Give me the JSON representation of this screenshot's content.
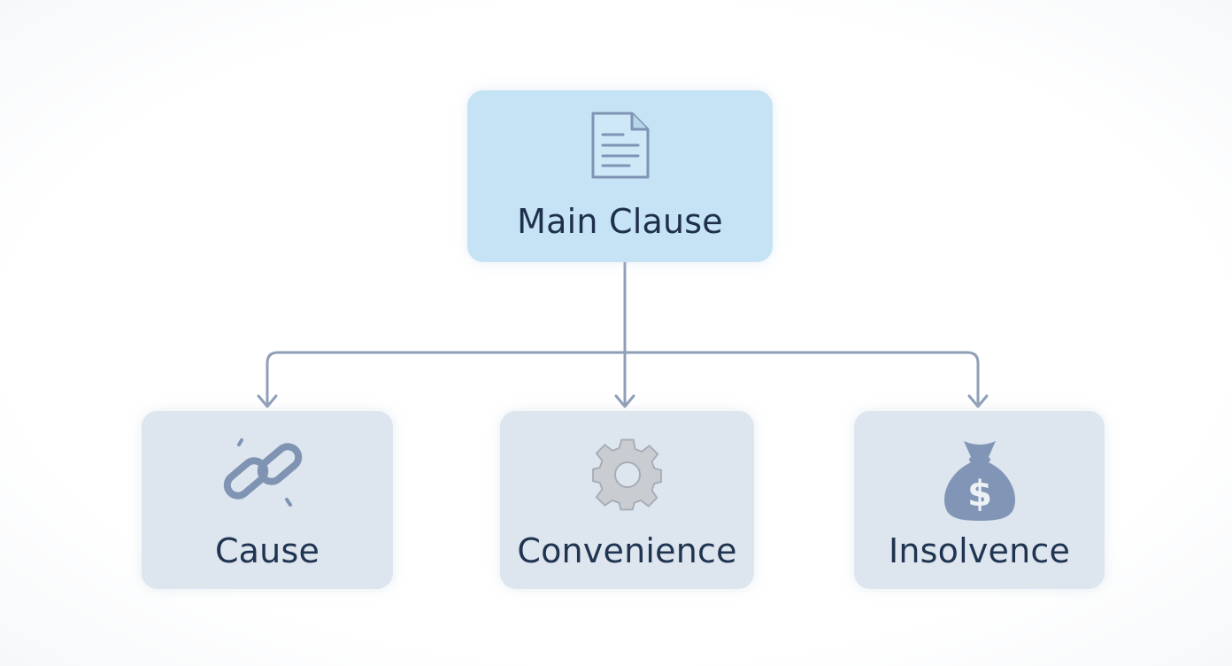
{
  "diagram": {
    "root": {
      "label": "Main Clause",
      "icon": "document-icon",
      "fill": "#c5e3f5"
    },
    "children": [
      {
        "label": "Cause",
        "icon": "chain-link-icon"
      },
      {
        "label": "Convenience",
        "icon": "gear-icon"
      },
      {
        "label": "Insolvence",
        "icon": "money-bag-icon"
      }
    ],
    "colors": {
      "child_fill": "#dde5ee",
      "connector": "#8f9fb8",
      "text": "#1e2f4b",
      "icon": "#7f93b3"
    }
  }
}
